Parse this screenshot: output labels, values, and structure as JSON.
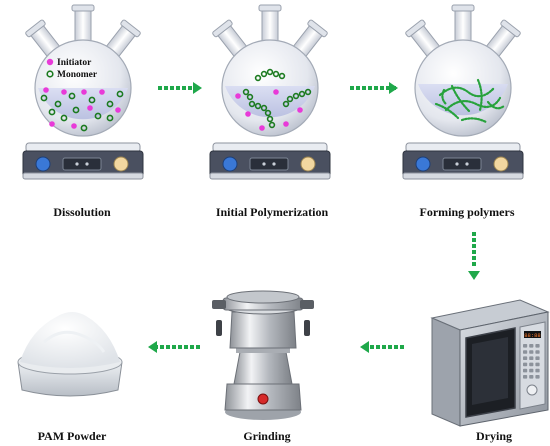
{
  "legend": {
    "initiator": "Initiator",
    "monomer": "Monomer"
  },
  "steps": {
    "dissolution": "Dissolution",
    "initial_polymerization": "Initial Polymerization",
    "forming_polymers": "Forming polymers",
    "drying": "Drying",
    "grinding": "Grinding",
    "pam_powder": "PAM Powder"
  },
  "oven_display": "88:88",
  "colors": {
    "arrow": "#1fa84a",
    "initiator_dot": "#e83ad8",
    "monomer_ring": "#1b7a1f",
    "polymer_chain": "#27a23c",
    "liquid": "#c9cde8",
    "flask_glass": "#e8ebf0",
    "stirrer_body": "#4a5060",
    "stirrer_knob_left": "#3a78d6",
    "stirrer_knob_right": "#f2d7a0"
  },
  "icons": [
    "round-bottom-flask-icon",
    "magnetic-stirrer-icon",
    "microwave-oven-icon",
    "grinder-icon",
    "powder-bowl-icon",
    "dotted-arrow-icon"
  ]
}
